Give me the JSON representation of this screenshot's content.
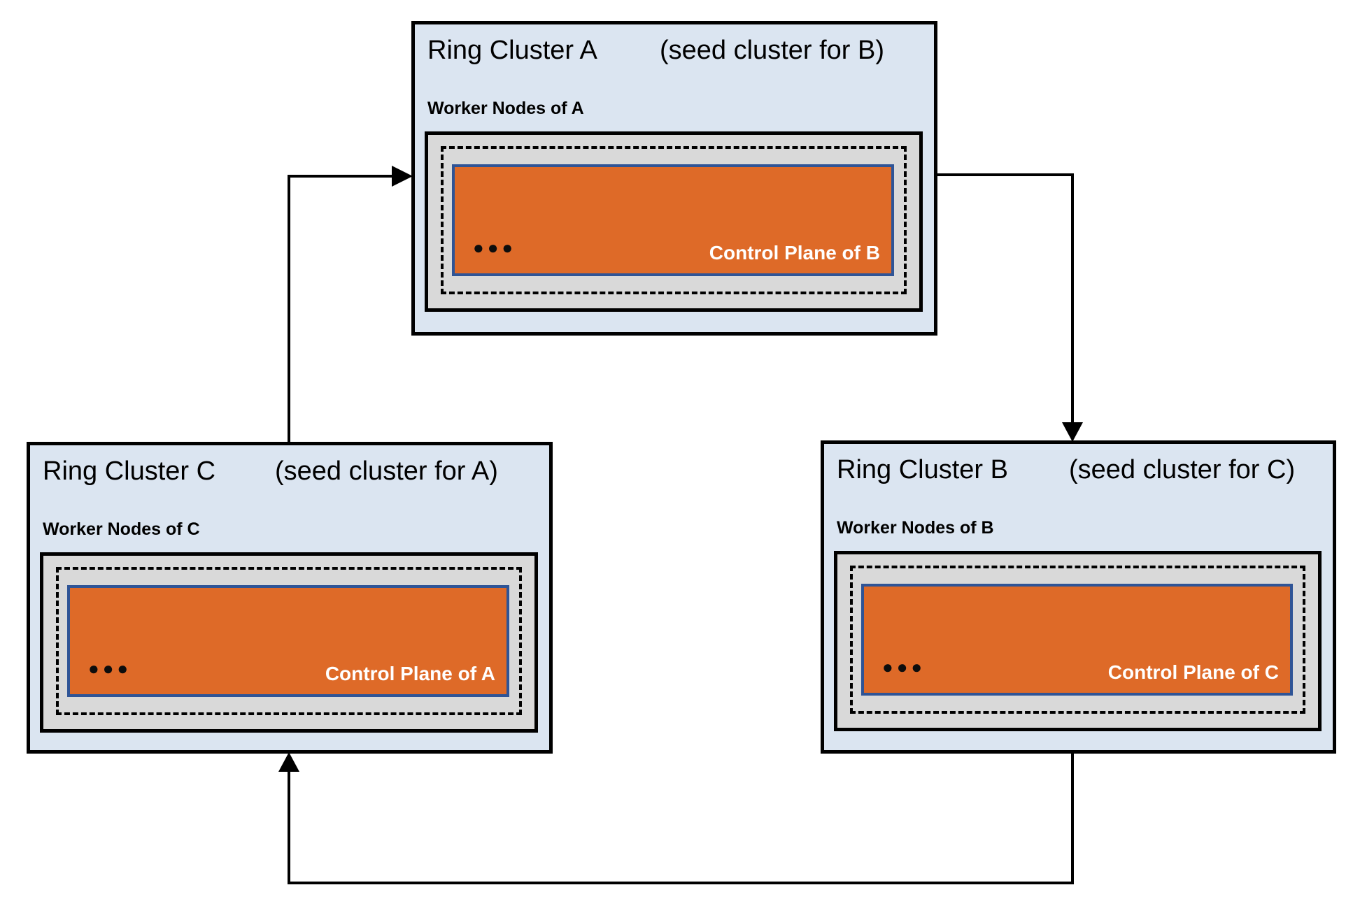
{
  "diagram": {
    "clusters": [
      {
        "name": "Ring Cluster A",
        "seed_note": "(seed cluster for B)",
        "worker_label": "Worker Nodes of A",
        "control_plane_label": "Control Plane of B",
        "ellipsis": "●●●"
      },
      {
        "name": "Ring Cluster B",
        "seed_note": "(seed cluster for C)",
        "worker_label": "Worker Nodes of B",
        "control_plane_label": "Control Plane of C",
        "ellipsis": "●●●"
      },
      {
        "name": "Ring Cluster C",
        "seed_note": "(seed cluster for A)",
        "worker_label": "Worker Nodes of C",
        "control_plane_label": "Control Plane of A",
        "ellipsis": "●●●"
      }
    ],
    "edges": [
      {
        "from": "Ring Cluster C",
        "to": "Ring Cluster A"
      },
      {
        "from": "Ring Cluster A",
        "to": "Ring Cluster B"
      },
      {
        "from": "Ring Cluster B",
        "to": "Ring Cluster C"
      }
    ],
    "colors": {
      "cluster_fill": "#DBE5F1",
      "worker_box_fill": "#D9D9D9",
      "control_plane_fill": "#DE6A28",
      "control_plane_border": "#2F5496",
      "border_and_lines": "#000000",
      "control_label_text": "#FFFFFF"
    }
  }
}
